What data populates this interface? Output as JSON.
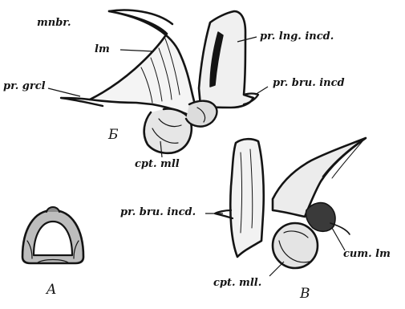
{
  "labels": {
    "mnbr": "mnbr.",
    "lm": "lm",
    "pr_lng_incd": "pr. lng. incd.",
    "pr_grcl": "pr. grcl",
    "pr_bru_incd_top": "pr. bru. incd",
    "cpt_mll_top": "cpt. mll",
    "pr_bru_incd_bottom": "pr. bru. incd.",
    "cum_lm": "cum. lm",
    "cpt_mll_bottom": "cpt. mll."
  },
  "figures": {
    "a": "A",
    "b": "Б",
    "c": "В"
  },
  "colors": {
    "ink": "#141414",
    "paper": "#ffffff"
  }
}
